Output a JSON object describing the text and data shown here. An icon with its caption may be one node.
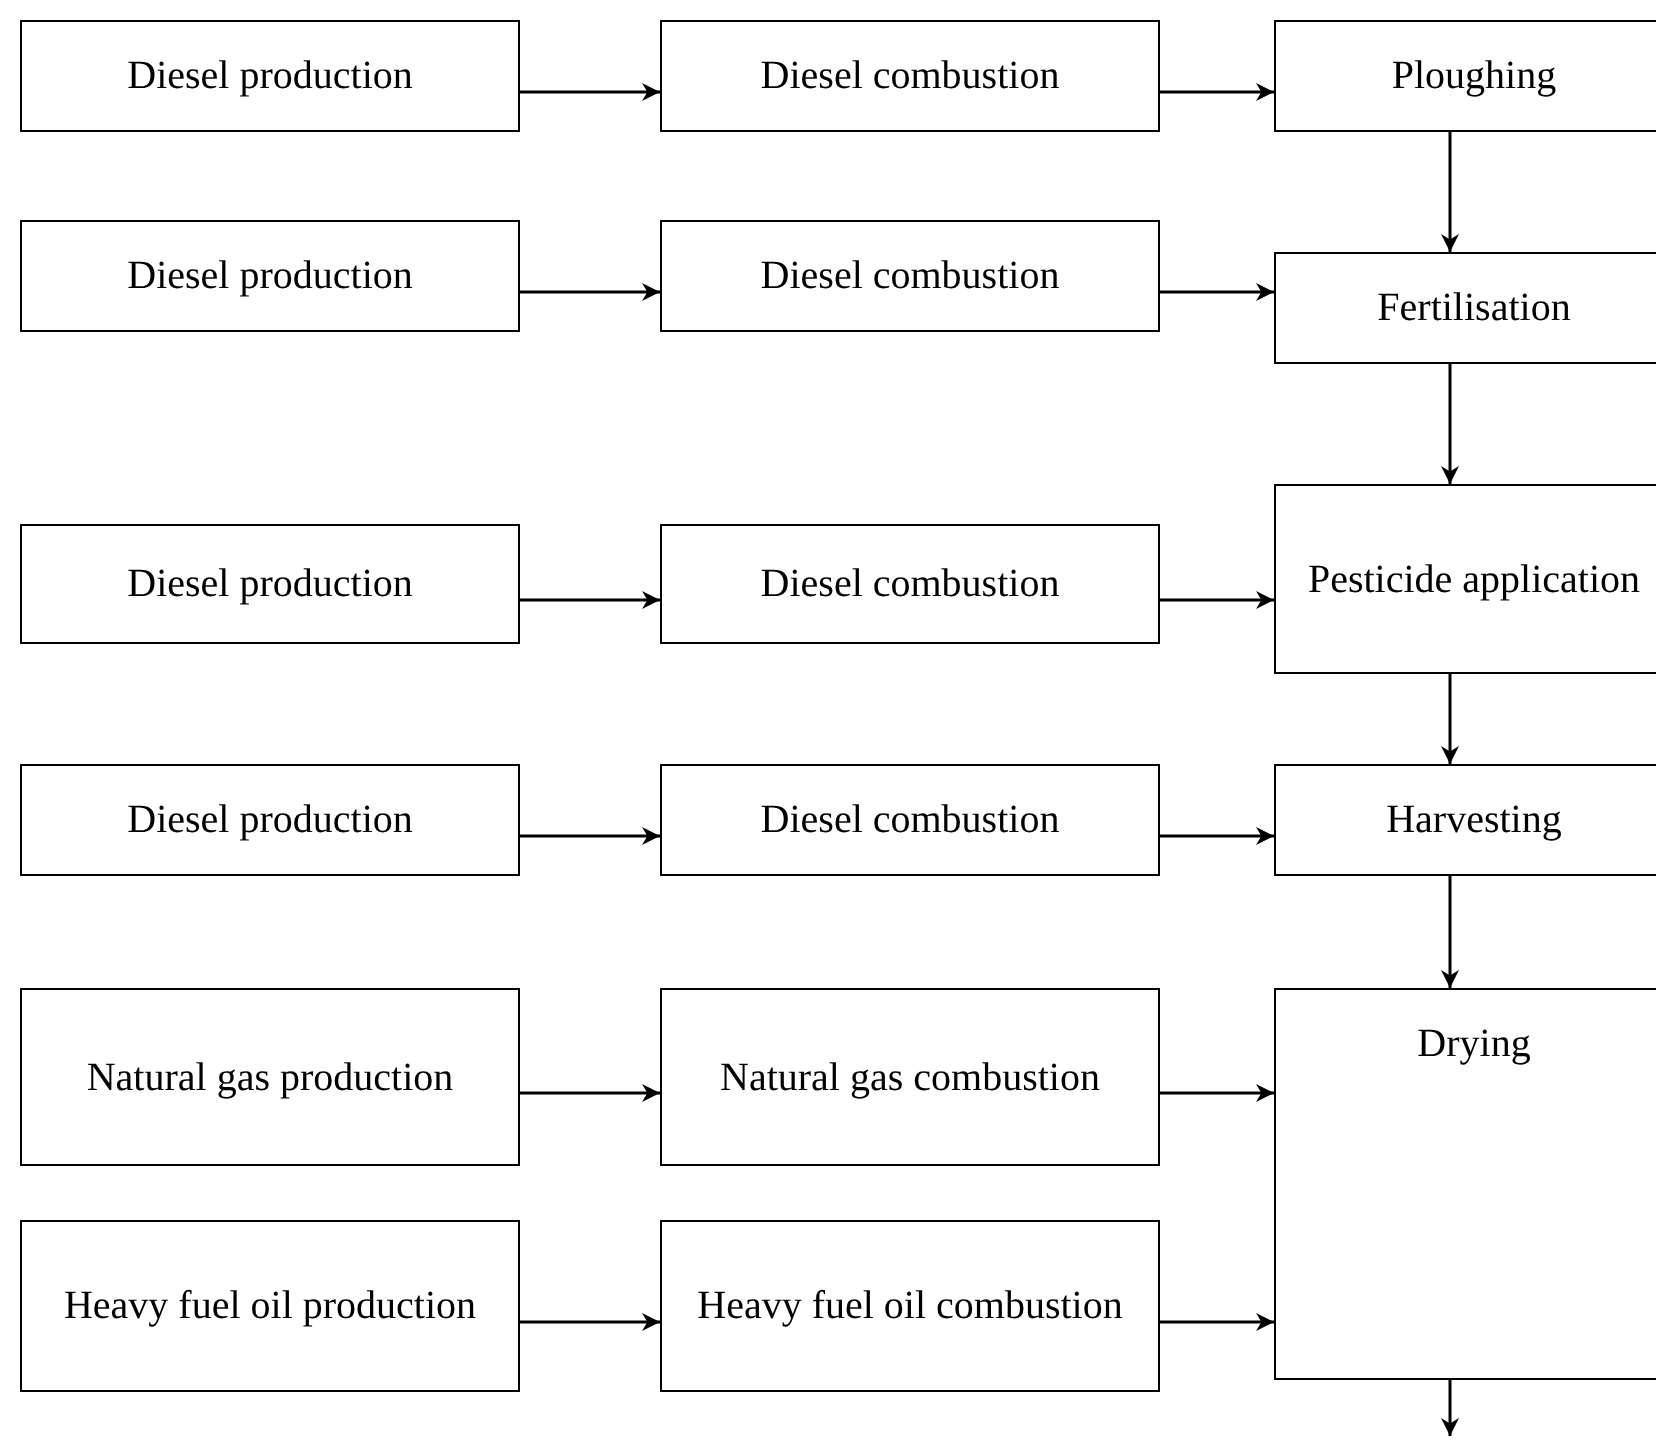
{
  "diagram": {
    "nodes": [
      {
        "text": [
          "Diesel production"
        ]
      },
      {
        "text": [
          "Diesel combustion"
        ]
      },
      {
        "text": [
          "Ploughing"
        ]
      },
      {
        "text": [
          "Diesel production"
        ]
      },
      {
        "text": [
          "Diesel combustion"
        ]
      },
      {
        "text": [
          "Fertilisation"
        ]
      },
      {
        "text": [
          "Diesel production"
        ]
      },
      {
        "text": [
          "Diesel combustion"
        ]
      },
      {
        "text": [
          "Pesticide application"
        ]
      },
      {
        "text": [
          "Diesel production"
        ]
      },
      {
        "text": [
          "Diesel combustion"
        ]
      },
      {
        "text": [
          "Harvesting"
        ]
      },
      {
        "text": [
          "Natural gas production"
        ]
      },
      {
        "text": [
          "Natural gas combustion"
        ]
      },
      {
        "text": [
          "Drying"
        ]
      },
      {
        "text": [
          "Heavy fuel oil production"
        ]
      },
      {
        "text": [
          "Heavy fuel oil combustion"
        ]
      }
    ],
    "edges": [
      {
        "from": 0,
        "to": 1,
        "arrow": "to"
      },
      {
        "from": 1,
        "to": 2,
        "arrow": "to"
      },
      {
        "from": 2,
        "to": 5,
        "arrow": "to"
      },
      {
        "from": 3,
        "to": 4,
        "arrow": "to"
      },
      {
        "from": 4,
        "to": 5,
        "arrow": "to"
      },
      {
        "from": 5,
        "to": 8,
        "arrow": "to"
      },
      {
        "from": 6,
        "to": 7,
        "arrow": "to"
      },
      {
        "from": 7,
        "to": 8,
        "arrow": "to"
      },
      {
        "from": 8,
        "to": 11,
        "arrow": "to"
      },
      {
        "from": 9,
        "to": 10,
        "arrow": "to"
      },
      {
        "from": 10,
        "to": 11,
        "arrow": "to"
      },
      {
        "from": 11,
        "to": 14,
        "arrow": "to"
      },
      {
        "from": 12,
        "to": 13,
        "arrow": "to"
      },
      {
        "from": 13,
        "to": 14,
        "arrow": "to"
      },
      {
        "from": 15,
        "to": 16,
        "arrow": "to"
      },
      {
        "from": 16,
        "to": 14,
        "arrow": "to"
      },
      {
        "from": 14,
        "to": null,
        "arrow": "to"
      }
    ]
  }
}
